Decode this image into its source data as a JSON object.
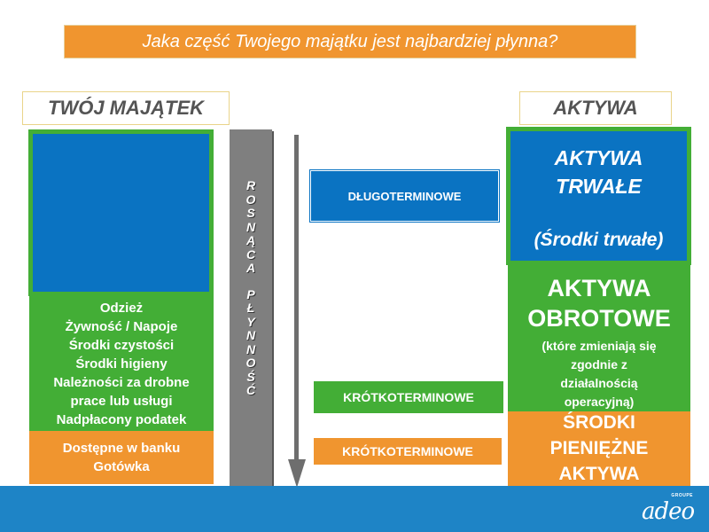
{
  "title": "Jaka część Twojego majątku jest najbardziej płynna?",
  "headers": {
    "left": "TWÓJ MAJĄTEK",
    "right": "AKTYWA"
  },
  "left_column": {
    "green_items": [
      "Odzież",
      "Żywność / Napoje",
      "Środki czystości",
      "Środki higieny",
      "Należności za drobne",
      "prace lub usługi",
      "Nadpłacony podatek"
    ],
    "orange_items": [
      "Dostępne w banku",
      "Gotówka"
    ]
  },
  "vertical_bar": {
    "word1": [
      "R",
      "O",
      "S",
      "N",
      "Ą",
      "C",
      "A"
    ],
    "word2": [
      "P",
      "Ł",
      "Y",
      "N",
      "N",
      "O",
      "Ś",
      "Ć"
    ]
  },
  "middle_labels": {
    "long_term": "DŁUGOTERMINOWE",
    "short_term_1": "KRÓTKOTERMINOWE",
    "short_term_2": "KRÓTKOTERMINOWE"
  },
  "right_column": {
    "fixed_title_line1": "AKTYWA",
    "fixed_title_line2": "TRWAŁE",
    "fixed_sub": "(Środki trwałe)",
    "current_title_line1": "AKTYWA",
    "current_title_line2": "OBROTOWE",
    "current_desc": [
      "(które zmieniają się",
      "zgodnie z",
      "działalnością",
      "operacyjną)"
    ],
    "cash_title_line1": "ŚRODKI",
    "cash_title_line2": "PIENIĘŻNE",
    "cash_title_line3": "AKTYWA"
  },
  "logo": {
    "small": "GROUPE",
    "main": "adeo"
  },
  "colors": {
    "orange": "#f0952f",
    "green": "#43ae36",
    "blue": "#0a73c2",
    "gray": "#7f7f7f",
    "bottom_blue": "#1e84c6"
  }
}
